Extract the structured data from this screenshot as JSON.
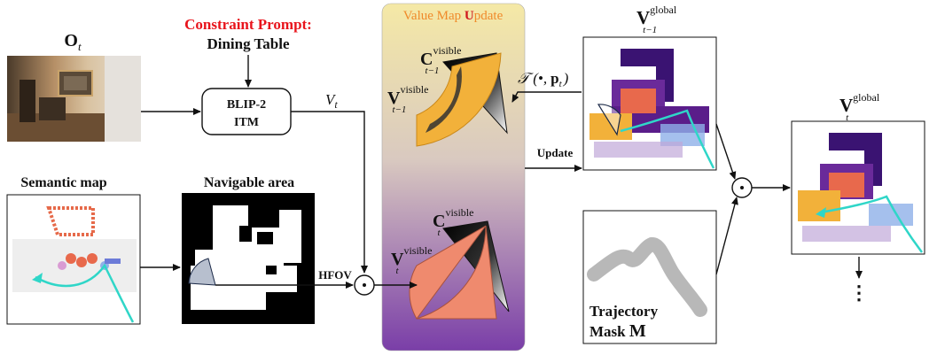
{
  "observation": {
    "label": "O",
    "sub": "t"
  },
  "constraint": {
    "title": "Constraint Prompt:",
    "object": "Dining Table",
    "title_color": "#e8141c"
  },
  "model": {
    "line1": "BLIP-2",
    "line2": "ITM"
  },
  "value_out": {
    "label": "V",
    "sub": "t"
  },
  "semantic_map": {
    "label": "Semantic map"
  },
  "navigable": {
    "label": "Navigable area"
  },
  "hfov": {
    "label": "HFOV"
  },
  "panel": {
    "title_part1": "Value Map ",
    "title_bold": "U",
    "title_part2": "pdate",
    "title_color": "#f08a2a",
    "bold_color": "#d0181f",
    "top_color": "#f5e9a6",
    "bottom_color": "#7a3ea8"
  },
  "prev_conf": {
    "label": "C",
    "sup": "visible",
    "sub": "t−1"
  },
  "prev_val": {
    "label": "V",
    "sup": "visible",
    "sub": "t−1"
  },
  "cur_conf": {
    "label": "C",
    "sup": "visible",
    "sub": "t"
  },
  "cur_val": {
    "label": "V",
    "sup": "visible",
    "sub": "t"
  },
  "transform": {
    "label": "𝒯 (•,",
    "p": "p",
    "p_sub": "t",
    "close": ")"
  },
  "update": {
    "label": "Update"
  },
  "global_prev": {
    "label": "V",
    "sup": "global",
    "sub": "t−1"
  },
  "global_cur": {
    "label": "V",
    "sup": "global",
    "sub": "t"
  },
  "trajectory": {
    "line1": "Trajectory",
    "line2": "Mask ",
    "symbol": "M"
  },
  "ellipsis": "⋮",
  "colors": {
    "value_fan": "#f2b13a",
    "current_fan": "#ef8a6e",
    "path": "#2fd6c8"
  }
}
